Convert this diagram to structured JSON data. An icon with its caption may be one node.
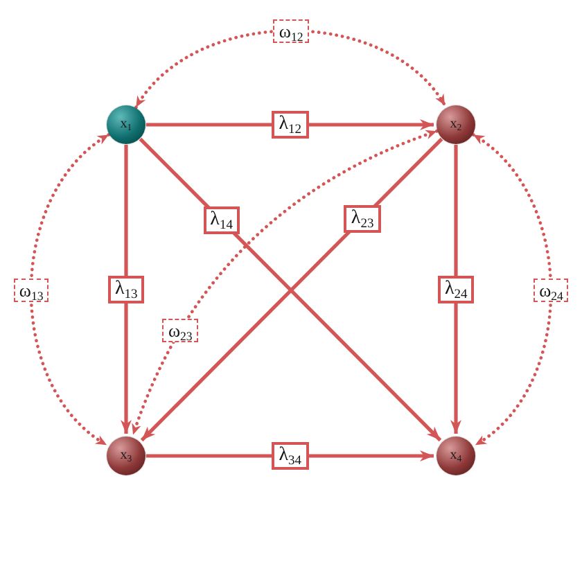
{
  "diagram": {
    "nodes": [
      {
        "text": [
          "x$_{1}$"
        ]
      },
      {
        "text": [
          "x$_{2}$"
        ]
      },
      {
        "text": [
          "x$_{3}$"
        ]
      },
      {
        "text": [
          "x$_{4}$"
        ]
      }
    ],
    "edges": [
      {
        "from": 0,
        "to": 1,
        "arrow": "to",
        "label": "λ$_{12}$"
      },
      {
        "from": 0,
        "to": 2,
        "arrow": "to",
        "label": "λ$_{13}$"
      },
      {
        "from": 0,
        "to": 3,
        "arrow": "to",
        "label": "λ$_{14}$"
      },
      {
        "from": 1,
        "to": 2,
        "arrow": "to",
        "label": "λ$_{23}$"
      },
      {
        "from": 1,
        "to": 3,
        "arrow": "to",
        "label": "λ$_{24}$"
      },
      {
        "from": 2,
        "to": 3,
        "arrow": "to",
        "label": "λ$_{34}$"
      },
      {
        "from": 0,
        "to": 1,
        "arrow": "both",
        "label": "ω$_{12}$",
        "style": "dashed"
      },
      {
        "from": 0,
        "to": 2,
        "arrow": "both",
        "label": "ω$_{13}$",
        "style": "dashed"
      },
      {
        "from": 1,
        "to": 2,
        "arrow": "both",
        "label": "ω$_{23}$",
        "style": "dashed"
      },
      {
        "from": 1,
        "to": 3,
        "arrow": "both",
        "label": "ω$_{24}$",
        "style": "dashed"
      }
    ]
  }
}
